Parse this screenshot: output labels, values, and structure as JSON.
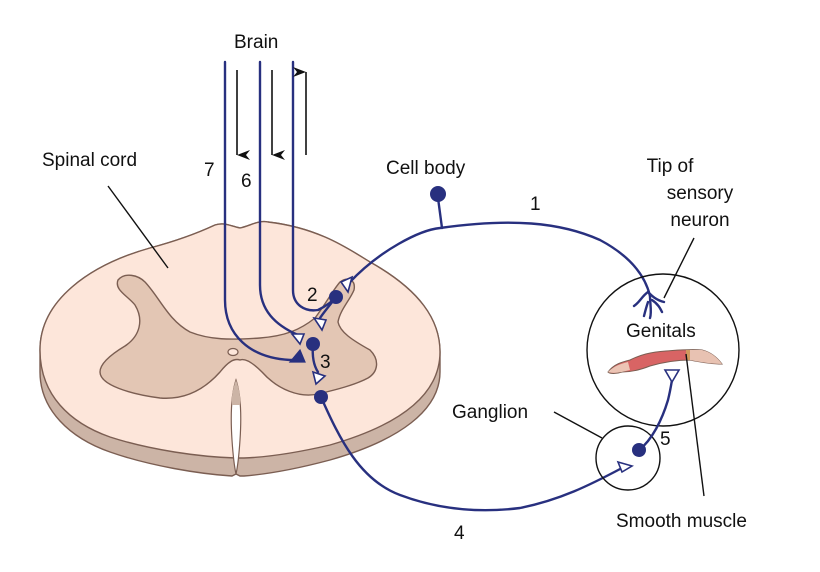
{
  "figure": {
    "title": "Spinal reflex pathway to genitals",
    "colors": {
      "neuron": "#28307f",
      "white_matter": "#fde6da",
      "gray_matter": "#e3c6b4",
      "cord_side": "#ccb4a6",
      "outline": "#7b5e52",
      "muscle": "#d86464",
      "label": "#111111"
    }
  },
  "labels": {
    "brain": "Brain",
    "spinal_cord": "Spinal cord",
    "cell_body": "Cell body",
    "tip_of_sensory_neuron": [
      "Tip of",
      "sensory",
      "neuron"
    ],
    "genitals": "Genitals",
    "ganglion": "Ganglion",
    "smooth_muscle": "Smooth muscle"
  },
  "steps": {
    "1": "1",
    "2": "2",
    "3": "3",
    "4": "4",
    "5": "5",
    "6": "6",
    "7": "7"
  },
  "tracts": [
    {
      "id": "7",
      "direction": "descending"
    },
    {
      "id": "6",
      "direction": "descending"
    },
    {
      "id": "ascending",
      "direction": "ascending"
    }
  ]
}
